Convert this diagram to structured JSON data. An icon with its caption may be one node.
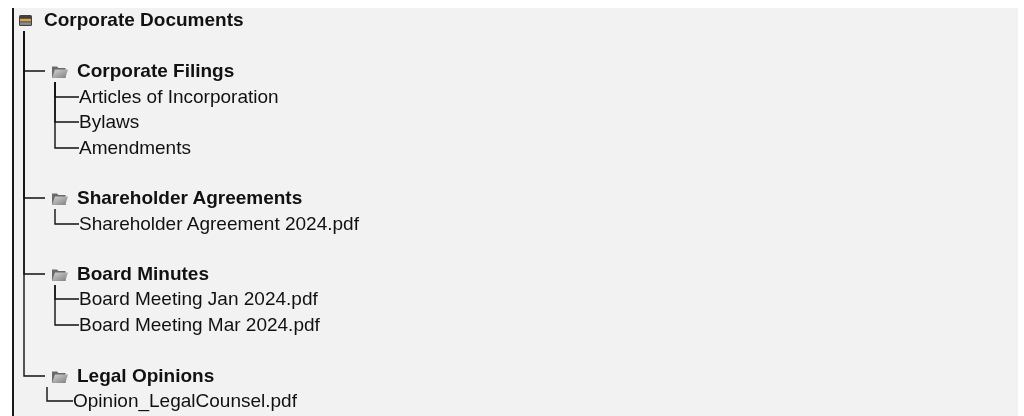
{
  "diagram": {
    "nodes": [
      {
        "text": [
          "Corporate Documents"
        ]
      },
      {
        "text": [
          "Corporate Filings"
        ]
      },
      {
        "text": [
          "Articles of Incorporation"
        ]
      },
      {
        "text": [
          "Bylaws"
        ]
      },
      {
        "text": [
          "Amendments"
        ]
      },
      {
        "text": [
          "Shareholder Agreements"
        ]
      },
      {
        "text": [
          "Shareholder Agreement 2024.pdf"
        ]
      },
      {
        "text": [
          "Board Minutes"
        ]
      },
      {
        "text": [
          "Board Meeting Jan 2024.pdf"
        ]
      },
      {
        "text": [
          "Board Meeting Mar 2024.pdf"
        ]
      },
      {
        "text": [
          "Legal Opinions"
        ]
      },
      {
        "text": [
          "Opinion_LegalCounsel.pdf"
        ]
      }
    ],
    "edges": [
      {
        "from": 0,
        "to": 1,
        "arrow": "none"
      },
      {
        "from": 1,
        "to": 2,
        "arrow": "none"
      },
      {
        "from": 1,
        "to": 3,
        "arrow": "none"
      },
      {
        "from": 1,
        "to": 4,
        "arrow": "none"
      },
      {
        "from": 0,
        "to": 5,
        "arrow": "none"
      },
      {
        "from": 5,
        "to": 6,
        "arrow": "none"
      },
      {
        "from": 0,
        "to": 7,
        "arrow": "none"
      },
      {
        "from": 7,
        "to": 8,
        "arrow": "none"
      },
      {
        "from": 7,
        "to": 9,
        "arrow": "none"
      },
      {
        "from": 0,
        "to": 10,
        "arrow": "none"
      },
      {
        "from": 10,
        "to": 11,
        "arrow": "none"
      }
    ]
  }
}
